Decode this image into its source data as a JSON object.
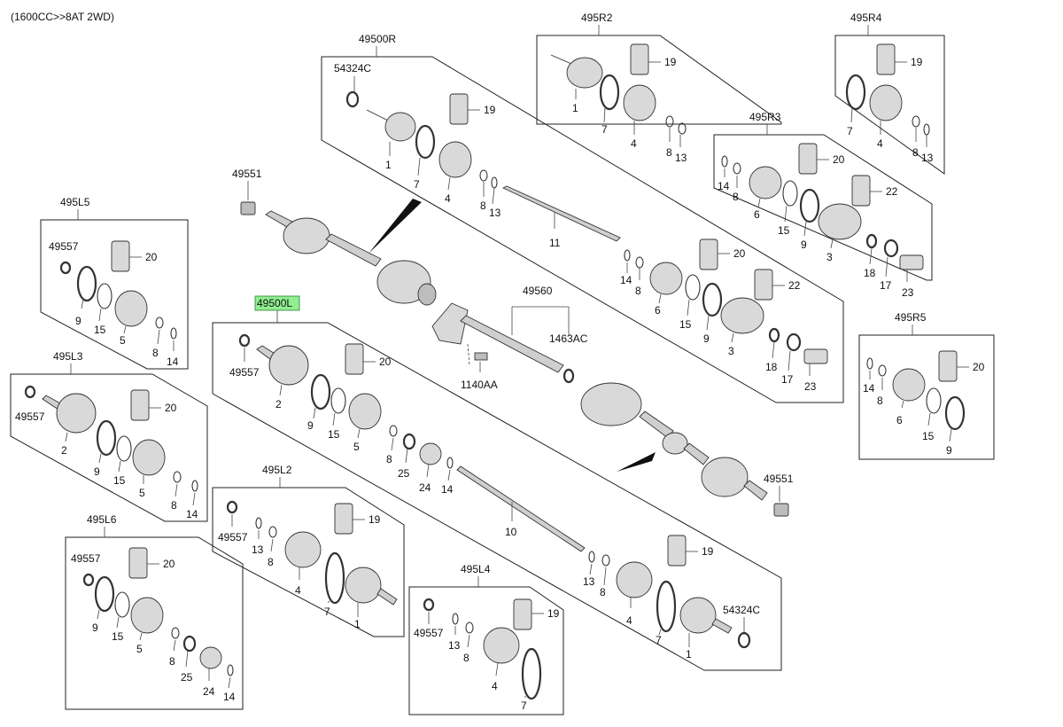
{
  "header": {
    "spec": "(1600CC>>8AT 2WD)"
  },
  "groups": {
    "g495R2": "495R2",
    "g495R4": "495R4",
    "g49500R": "49500R",
    "g495R3": "495R3",
    "g495L5": "495L5",
    "g495L3": "495L3",
    "g49500L": "49500L",
    "g495R5": "495R5",
    "g495L2": "495L2",
    "g495L6": "495L6",
    "g495L4": "495L4",
    "g49560": "49560"
  },
  "parts": {
    "p49551a": "49551",
    "p49551b": "49551",
    "p54324Ca": "54324C",
    "p54324Cb": "54324C",
    "p1463AC": "1463AC",
    "p1140AA": "1140AA",
    "R2_19": "19",
    "R2_1": "1",
    "R2_7": "7",
    "R2_4": "4",
    "R2_8": "8",
    "R2_13": "13",
    "R4_19": "19",
    "R4_7": "7",
    "R4_4": "4",
    "R4_8": "8",
    "R4_13": "13",
    "R_19": "19",
    "R_1": "1",
    "R_7": "7",
    "R_4": "4",
    "R_8": "8",
    "R_13": "13",
    "R_11": "11",
    "R_20": "20",
    "R_14": "14",
    "R_8b": "8",
    "R_6": "6",
    "R_22": "22",
    "R_15": "15",
    "R_9": "9",
    "R_3": "3",
    "R_18": "18",
    "R_17": "17",
    "R_23": "23",
    "R3_14": "14",
    "R3_8": "8",
    "R3_20": "20",
    "R3_22": "22",
    "R3_6": "6",
    "R3_15": "15",
    "R3_9": "9",
    "R3_3": "3",
    "R3_18": "18",
    "R3_17": "17",
    "R3_23": "23",
    "R5_14": "14",
    "R5_8": "8",
    "R5_20": "20",
    "R5_6": "6",
    "R5_15": "15",
    "R5_9": "9",
    "L5_49557": "49557",
    "L5_20": "20",
    "L5_9": "9",
    "L5_15": "15",
    "L5_5": "5",
    "L5_8": "8",
    "L5_14": "14",
    "L3_49557": "49557",
    "L3_20": "20",
    "L3_2": "2",
    "L3_9": "9",
    "L3_15": "15",
    "L3_5": "5",
    "L3_8": "8",
    "L3_14": "14",
    "L_49557": "49557",
    "L_20": "20",
    "L_2": "2",
    "L_9": "9",
    "L_15": "15",
    "L_5": "5",
    "L_8": "8",
    "L_25": "25",
    "L_24": "24",
    "L_14": "14",
    "L_10": "10",
    "L_19": "19",
    "L_13": "13",
    "L_8b": "8",
    "L_4": "4",
    "L_7": "7",
    "L_1": "1",
    "L2_49557": "49557",
    "L2_19": "19",
    "L2_13": "13",
    "L2_8": "8",
    "L2_4": "4",
    "L2_7": "7",
    "L2_1": "1",
    "L6_49557": "49557",
    "L6_20": "20",
    "L6_9": "9",
    "L6_15": "15",
    "L6_5": "5",
    "L6_8": "8",
    "L6_25": "25",
    "L6_24": "24",
    "L6_14": "14",
    "L4_49557": "49557",
    "L4_19": "19",
    "L4_13": "13",
    "L4_8": "8",
    "L4_4": "4",
    "L4_7": "7",
    "p11": "11",
    "p49560_label": "49560"
  },
  "colors": {
    "highlight": "#90ee90",
    "line": "#222222",
    "part_fill": "#d9d9d9"
  }
}
